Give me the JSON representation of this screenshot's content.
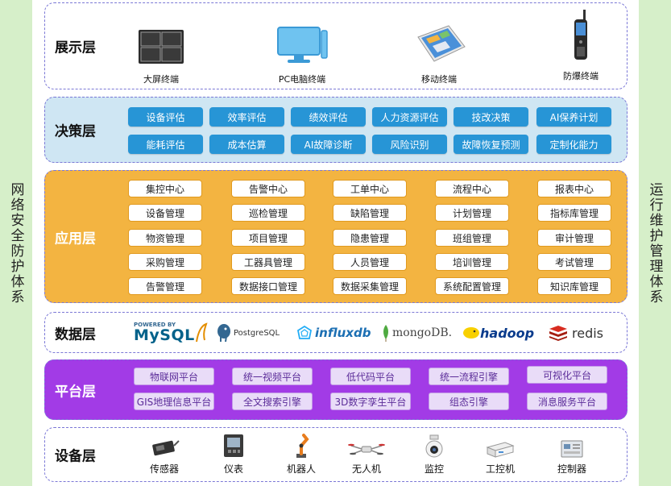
{
  "side_left": "网络安全防护体系",
  "side_right": "运行维护管理体系",
  "display": {
    "title": "展示层",
    "items": [
      "大屏终端",
      "PC电脑终端",
      "移动终端",
      "防爆终端"
    ]
  },
  "decision": {
    "title": "决策层",
    "items": [
      "设备评估",
      "效率评估",
      "绩效评估",
      "人力资源评估",
      "技改决策",
      "AI保养计划",
      "能耗评估",
      "成本估算",
      "AI故障诊断",
      "风险识别",
      "故障恢复预测",
      "定制化能力"
    ]
  },
  "app": {
    "title": "应用层",
    "items": [
      "集控中心",
      "告警中心",
      "工单中心",
      "流程中心",
      "报表中心",
      "设备管理",
      "巡检管理",
      "缺陷管理",
      "计划管理",
      "指标库管理",
      "物资管理",
      "项目管理",
      "隐患管理",
      "班组管理",
      "审计管理",
      "采购管理",
      "工器具管理",
      "人员管理",
      "培训管理",
      "考试管理",
      "告警管理",
      "数据接口管理",
      "数据采集管理",
      "系统配置管理",
      "知识库管理"
    ]
  },
  "data": {
    "title": "数据层",
    "logos": {
      "mysql_top": "POWERED BY",
      "mysql": "MySQL",
      "postgres": "PostgreSQL",
      "influx": "influxdb",
      "mongo": "mongoDB.",
      "hadoop": "hadoop",
      "redis": "redis"
    }
  },
  "platform": {
    "title": "平台层",
    "items": [
      "物联网平台",
      "统一视频平台",
      "低代码平台",
      "统一流程引擎",
      "可视化平台",
      "GIS地理信息平台",
      "全文搜索引擎",
      "3D数字孪生平台",
      "组态引擎",
      "消息服务平台"
    ]
  },
  "device": {
    "title": "设备层",
    "items": [
      "传感器",
      "仪表",
      "机器人",
      "无人机",
      "监控",
      "工控机",
      "控制器"
    ]
  },
  "colors": {
    "side": "#d6efc9",
    "decision_bg": "#cfe6f3",
    "decision_btn": "#2795d6",
    "app_bg": "#f3b441",
    "platform_bg": "#a23be6",
    "border": "#7b78d6"
  }
}
